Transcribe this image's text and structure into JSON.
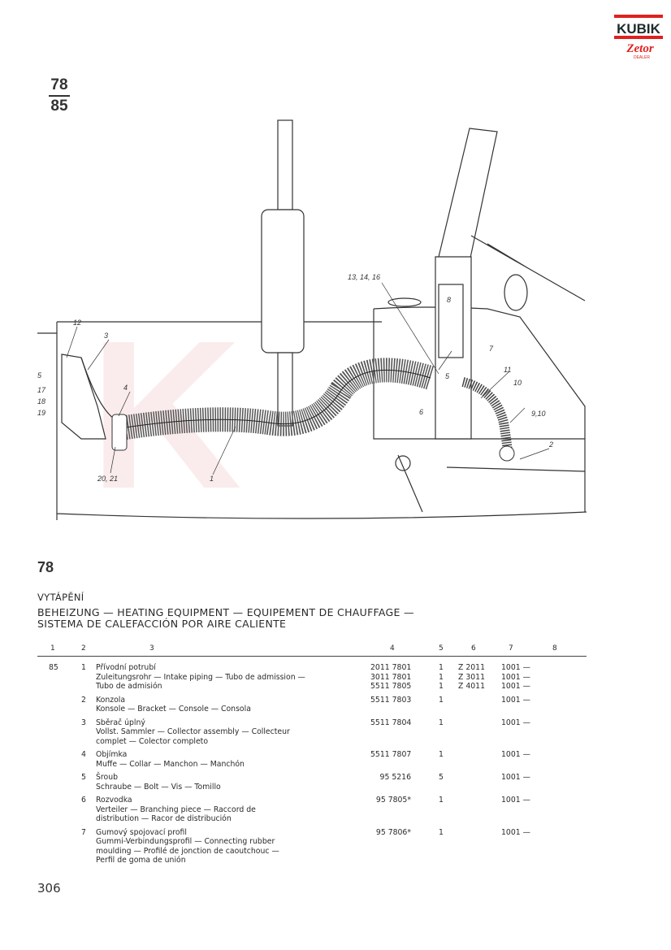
{
  "page_ref": {
    "top": "78",
    "bottom": "85"
  },
  "logo": {
    "text": "KUBIK",
    "sub": "Zetor",
    "dealer": "DEALER"
  },
  "diagram": {
    "callouts": [
      "12",
      "3",
      "5",
      "17",
      "18",
      "19",
      "4",
      "20, 21",
      "1",
      "13, 14, 16",
      "8",
      "7",
      "11",
      "10",
      "9,10",
      "6",
      "5",
      "2"
    ]
  },
  "section": {
    "number": "78",
    "title_cz": "VYTÁPĚNÍ",
    "title_line1": "BEHEIZUNG — HEATING EQUIPMENT — EQUIPEMENT DE CHAUFFAGE —",
    "title_line2": "SISTEMA DE CALEFACCIÓN POR AIRE CALIENTE"
  },
  "table": {
    "headers": [
      "1",
      "2",
      "3",
      "4",
      "5",
      "6",
      "7",
      "8"
    ],
    "items": [
      {
        "c1": "85",
        "pos": "1",
        "desc": [
          "Přívodní potrubí",
          "Zuleitungsrohr — Intake piping — Tubo de admission —",
          "Tubo de admisión"
        ],
        "part": [
          "2011 7801",
          "3011 7801",
          "5511 7805"
        ],
        "qty": [
          "1",
          "1",
          "1"
        ],
        "model": [
          "Z 2011",
          "Z 3011",
          "Z 4011"
        ],
        "from": [
          "1001 —",
          "1001 —",
          "1001 —"
        ]
      },
      {
        "c1": "",
        "pos": "2",
        "desc": [
          "Konzola",
          "Konsole — Bracket — Console — Consola"
        ],
        "part": [
          "5511 7803"
        ],
        "qty": [
          "1"
        ],
        "model": [
          ""
        ],
        "from": [
          "1001 —"
        ]
      },
      {
        "c1": "",
        "pos": "3",
        "desc": [
          "Sběrač úplný",
          "Vollst. Sammler — Collector assembly — Collecteur",
          "complet — Colector completo"
        ],
        "part": [
          "5511 7804"
        ],
        "qty": [
          "1"
        ],
        "model": [
          ""
        ],
        "from": [
          "1001 —"
        ]
      },
      {
        "c1": "",
        "pos": "4",
        "desc": [
          "Objímka",
          "Muffe — Collar — Manchon — Manchón"
        ],
        "part": [
          "5511 7807"
        ],
        "qty": [
          "1"
        ],
        "model": [
          ""
        ],
        "from": [
          "1001 —"
        ]
      },
      {
        "c1": "",
        "pos": "5",
        "desc": [
          "Šroub",
          "Schraube — Bolt — Vis — Tomillo"
        ],
        "part": [
          "95 5216"
        ],
        "qty": [
          "5"
        ],
        "model": [
          ""
        ],
        "from": [
          "1001 —"
        ]
      },
      {
        "c1": "",
        "pos": "6",
        "desc": [
          "Rozvodka",
          "Verteiler — Branching piece — Raccord de",
          "distribution — Racor de distribución"
        ],
        "part": [
          "95 7805*"
        ],
        "qty": [
          "1"
        ],
        "model": [
          ""
        ],
        "from": [
          "1001 —"
        ]
      },
      {
        "c1": "",
        "pos": "7",
        "desc": [
          "Gumový spojovací profil",
          "Gummi-Verbindungsprofil — Connecting rubber",
          "moulding — Profilé de jonction de caoutchouc —",
          "Perfil de goma de unión"
        ],
        "part": [
          "95 7806*"
        ],
        "qty": [
          "1"
        ],
        "model": [
          ""
        ],
        "from": [
          "1001 —"
        ]
      }
    ]
  },
  "page_number": "306",
  "colors": {
    "ink": "#2a2a2a",
    "logo_red": "#e02020",
    "logo_dark": "#1e2a2a",
    "watermark": "#f3c9c9"
  }
}
